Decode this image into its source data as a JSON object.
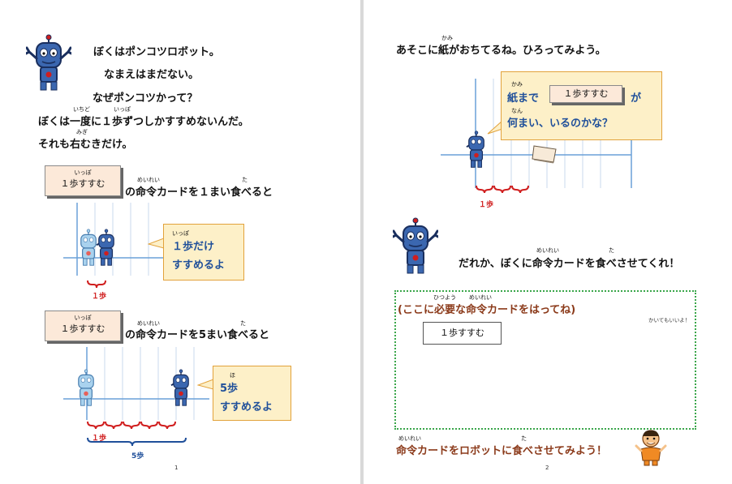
{
  "page1": {
    "intro": {
      "l1": "ぼくはポンコツロボット。",
      "l2": "なまえはまだない。",
      "l3": "なぜポンコツかって？",
      "l4": "ぼくは一度に１歩ずつしかすすめないんだ。",
      "l5": "それも右むきだけ。",
      "ruby_ichido": "いちど",
      "ruby_ippo": "いっぽ",
      "ruby_migi": "みぎ"
    },
    "ex1": {
      "card_ruby": "いっぽ",
      "card": "１歩すすむ",
      "ruby_meirei": "めいれい",
      "ruby_ta": "た",
      "caption": "の命令カードを１まい食べると",
      "bubble_ruby": "いっぽ",
      "bubble_l1": "１歩だけ",
      "bubble_l2": "すすめるよ",
      "step": "１歩"
    },
    "ex2": {
      "card_ruby": "いっぽ",
      "card": "１歩すすむ",
      "ruby_meirei": "めいれい",
      "ruby_ta": "た",
      "caption": "の命令カードを5まい食べると",
      "bubble_ruby": "ほ",
      "bubble_l1": "5歩",
      "bubble_l2": "すすめるよ",
      "step": "１歩",
      "total": "5歩"
    },
    "page_number": "1"
  },
  "page2": {
    "top": {
      "text": "あそこに紙がおちてるね。ひろってみよう。",
      "ruby_kami": "かみ"
    },
    "bubble": {
      "ruby_kami": "かみ",
      "l1a": "紙まで",
      "card": "１歩すすむ",
      "l1b": "が",
      "ruby_nan": "なん",
      "l2": "何まい、いるのかな？"
    },
    "step": "１歩",
    "request": {
      "text": "だれか、ぼくに命令カードを食べさせてくれ！",
      "ruby_meirei": "めいれい",
      "ruby_ta": "た"
    },
    "box": {
      "ruby_hitsuyou": "ひつよう",
      "ruby_meirei": "めいれい",
      "label": "(ここに必要な命令カードをはってね)",
      "side_note": "かいてもいいよ！",
      "card": "１歩すすむ"
    },
    "bottom": {
      "text": "命令カードをロボットに食べさせてみよう！",
      "ruby_meirei": "めいれい",
      "ruby_ta": "た"
    },
    "page_number": "2"
  },
  "colors": {
    "accent_red": "#d01e1e",
    "robot_blue": "#3b67b0",
    "bubble_fill": "#fdf0c8",
    "card_fill": "#fce9d9",
    "dotted_green": "#3aa64a"
  },
  "icons": [
    "robot-character-icon",
    "robot-ghost-icon",
    "paper-icon",
    "kid-character-icon"
  ]
}
